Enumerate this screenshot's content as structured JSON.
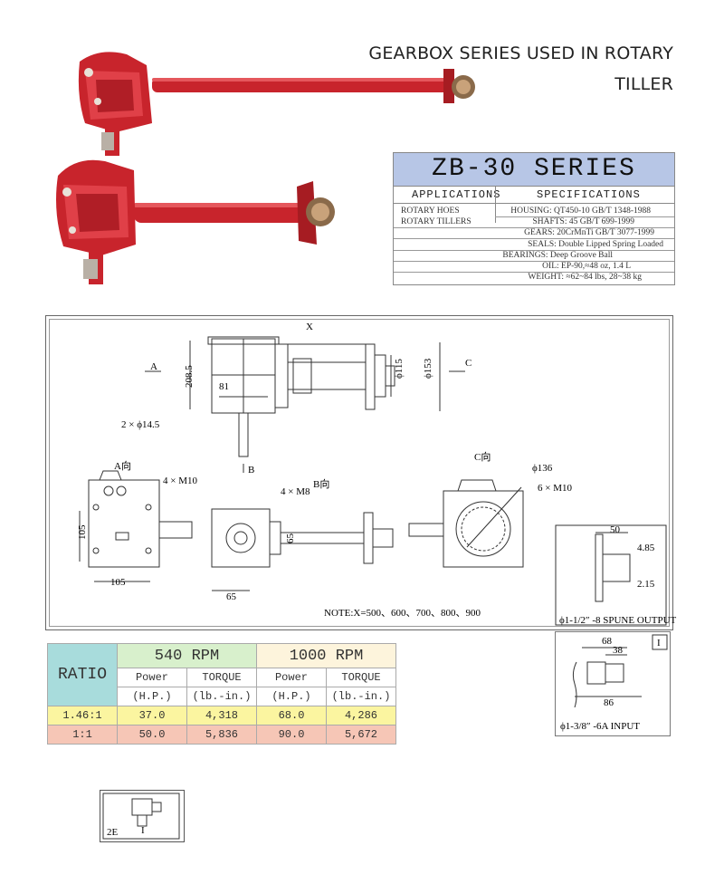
{
  "title_line1": "GEARBOX SERIES USED IN ROTARY",
  "title_line2": "TILLER",
  "spec": {
    "series": "ZB-30 SERIES",
    "applications_header": "APPLICATIONS",
    "specifications_header": "SPECIFICATIONS",
    "applications": [
      "ROTARY HOES",
      "ROTARY TILLERS"
    ],
    "specs": [
      "HOUSING: QT450-10 GB/T 1348-1988",
      "SHAFTS: 45 GB/T 699-1999",
      "GEARS: 20CrMnTi GB/T 3077-1999",
      "SEALS: Double Lipped Spring Loaded",
      "BEARINGS: Deep Groove Ball",
      "OIL: EP-90,≈48 oz, 1.4 L",
      "WEIGHT: ≈62~84 lbs, 28~38 kg"
    ],
    "header_color": "#b7c6e6"
  },
  "drawing": {
    "dim_x": "X",
    "dim_208": "208.5",
    "dim_81": "81",
    "dim_115": "ϕ115",
    "dim_153": "ϕ153",
    "label_a": "A",
    "label_c": "C",
    "label_b": "B",
    "hole_note": "2 × ϕ14.5",
    "view_a": "A向",
    "m10_a": "4 × M10",
    "view_b": "B向",
    "m8": "4 × M8",
    "view_c": "C向",
    "dia_136": "ϕ136",
    "m10_c": "6 × M10",
    "dim_105a": "105",
    "dim_105b": "105",
    "dim_65a": "65",
    "dim_65b": "65",
    "note": "NOTE:X=500、600、700、800、900",
    "spline_50": "50",
    "spline_485": "4.85",
    "spline_215": "2.15",
    "spline_caption": "ϕ1-1/2″ -8 SPUNE OUTPUT",
    "input_68": "68",
    "input_38": "38",
    "input_86": "86",
    "input_roman": "I",
    "input_caption": "ϕ1-3/8″ -6A INPUT",
    "thumb_label": "2E",
    "thumb_mark": "I"
  },
  "ratio_table": {
    "ratio_header": "RATIO",
    "rpm540": "540 RPM",
    "rpm1000": "1000 RPM",
    "power": "Power",
    "torque": "TORQUE",
    "hp": "(H.P.)",
    "lbin": "(lb.-in.)",
    "rows": [
      {
        "ratio": "1.46:1",
        "p540": "37.0",
        "t540": "4,318",
        "p1000": "68.0",
        "t1000": "4,286"
      },
      {
        "ratio": "1:1",
        "p540": "50.0",
        "t540": "5,836",
        "p1000": "90.0",
        "t1000": "5,672"
      }
    ]
  },
  "colors": {
    "gearbox_red": "#c8242c",
    "ratio_cyan": "#a8dcdc",
    "rpm540_green": "#d8f0cc",
    "rpm1000_cream": "#fdf4dc",
    "row1_yellow": "#fbf5a0",
    "row2_salmon": "#f6c6b6"
  }
}
